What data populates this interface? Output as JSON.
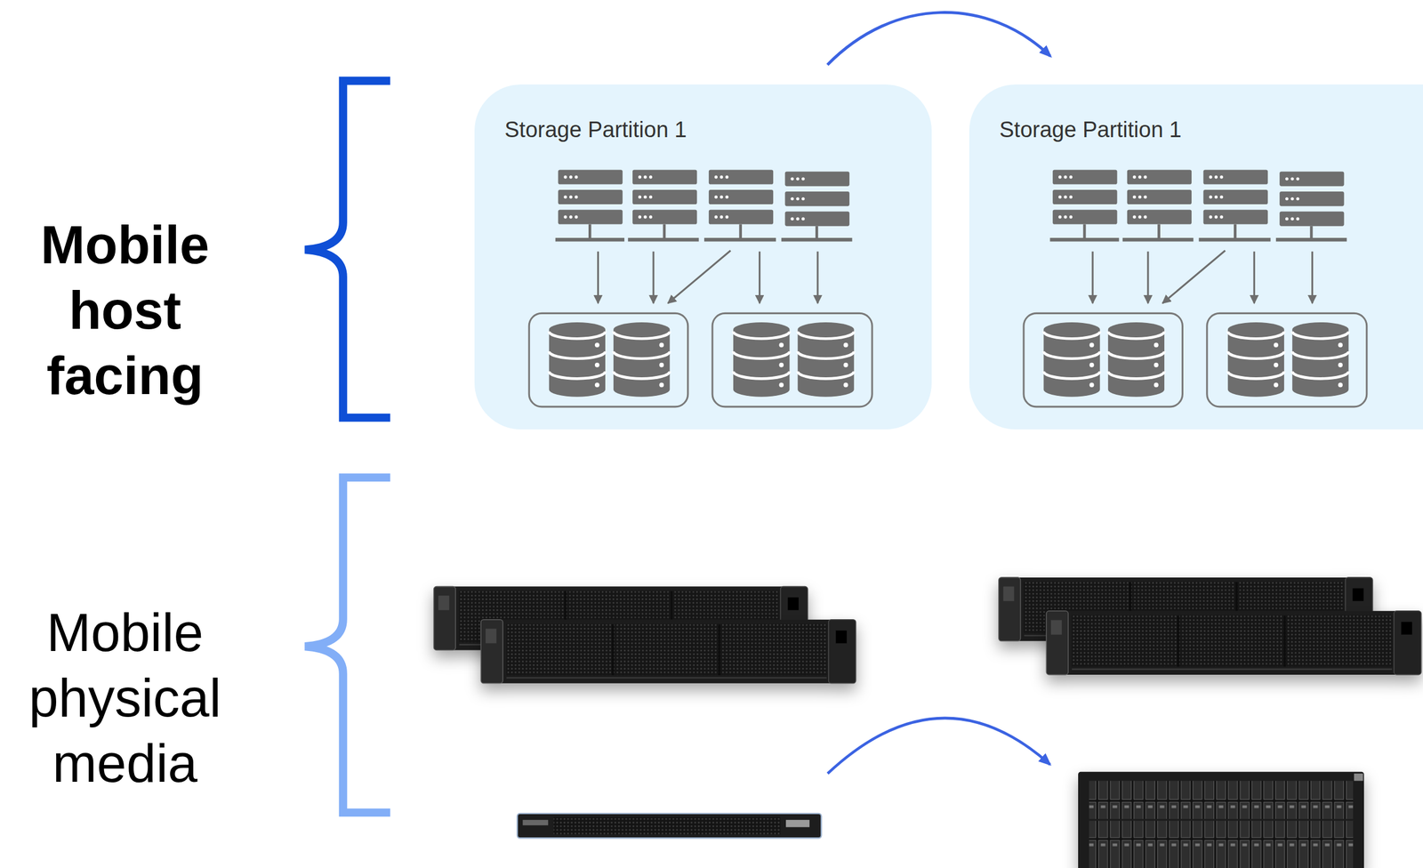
{
  "diagram": {
    "nodes": [
      {
        "text": [
          "Storage Partition 1"
        ]
      },
      {
        "text": [
          "Storage Partition 1"
        ]
      }
    ],
    "edges": [
      {
        "from": 0,
        "to": 1,
        "arrow": "to"
      }
    ],
    "labels": [
      "Mobile host facing",
      "Mobile physical media"
    ]
  }
}
